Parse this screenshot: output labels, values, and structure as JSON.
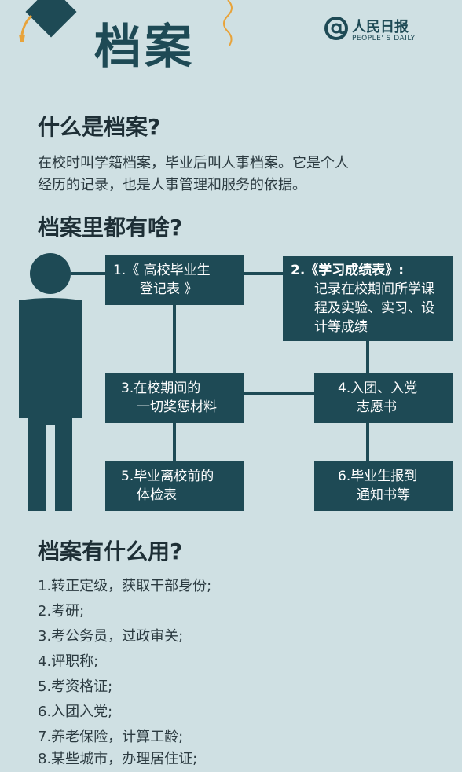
{
  "header": {
    "title": "档案",
    "brand": {
      "name": "人民日报",
      "sub": "PEOPLE' S DAILY"
    }
  },
  "section1": {
    "heading": "什么是档案?",
    "lines": [
      "在校时叫学籍档案，毕业后叫人事档案。它是个人",
      "经历的记录，也是人事管理和服务的依据。"
    ]
  },
  "section2": {
    "heading": "档案里都有啥?",
    "boxes": [
      {
        "lines": [
          "1.《 高校毕业生",
          "登记表 》"
        ]
      },
      {
        "lines": [
          "2.《学习成绩表》:",
          "记录在校期间所学课",
          "程及实验、实习、设",
          "计等成绩"
        ]
      },
      {
        "lines": [
          "3.在校期间的",
          "一切奖惩材料"
        ]
      },
      {
        "lines": [
          "4.入团、入党",
          "志愿书"
        ]
      },
      {
        "lines": [
          "5.毕业离校前的",
          "体检表"
        ]
      },
      {
        "lines": [
          "6.毕业生报到",
          "通知书等"
        ]
      }
    ]
  },
  "section3": {
    "heading": "档案有什么用?",
    "items": [
      "1.转正定级，获取干部身份;",
      "2.考研;",
      "3.考公务员，过政审关;",
      "4.评职称;",
      "5.考资格证;",
      "6.入团入党;",
      "7.养老保险，计算工龄;",
      "8.某些城市，办理居住证;"
    ]
  },
  "colors": {
    "background": "#cfe0e3",
    "dark_teal": "#1e4a55",
    "text": "#2b3a40",
    "accent_orange": "#e8a33a"
  }
}
